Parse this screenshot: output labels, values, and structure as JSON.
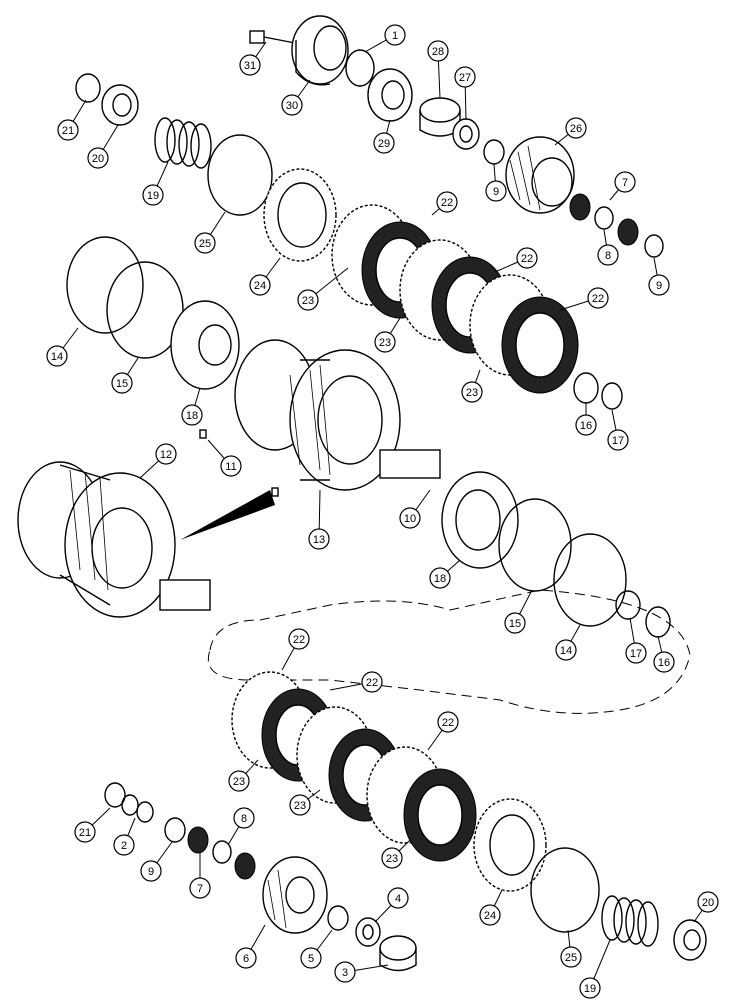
{
  "labels": [
    {
      "text": "1"
    },
    {
      "text": "31"
    },
    {
      "text": "30"
    },
    {
      "text": "28"
    },
    {
      "text": "27"
    },
    {
      "text": "29"
    },
    {
      "text": "21"
    },
    {
      "text": "20"
    },
    {
      "text": "19"
    },
    {
      "text": "25"
    },
    {
      "text": "26"
    },
    {
      "text": "9"
    },
    {
      "text": "7"
    },
    {
      "text": "8"
    },
    {
      "text": "9"
    },
    {
      "text": "22"
    },
    {
      "text": "24"
    },
    {
      "text": "22"
    },
    {
      "text": "23"
    },
    {
      "text": "22"
    },
    {
      "text": "23"
    },
    {
      "text": "14"
    },
    {
      "text": "15"
    },
    {
      "text": "18"
    },
    {
      "text": "23"
    },
    {
      "text": "16"
    },
    {
      "text": "17"
    },
    {
      "text": "12"
    },
    {
      "text": "11"
    },
    {
      "text": "10"
    },
    {
      "text": "13"
    },
    {
      "text": "18"
    },
    {
      "text": "15"
    },
    {
      "text": "14"
    },
    {
      "text": "17"
    },
    {
      "text": "16"
    },
    {
      "text": "22"
    },
    {
      "text": "22"
    },
    {
      "text": "22"
    },
    {
      "text": "23"
    },
    {
      "text": "23"
    },
    {
      "text": "23"
    },
    {
      "text": "21"
    },
    {
      "text": "2"
    },
    {
      "text": "8"
    },
    {
      "text": "9"
    },
    {
      "text": "7"
    },
    {
      "text": "4"
    },
    {
      "text": "24"
    },
    {
      "text": "20"
    },
    {
      "text": "6"
    },
    {
      "text": "5"
    },
    {
      "text": "3"
    },
    {
      "text": "25"
    },
    {
      "text": "19"
    }
  ]
}
